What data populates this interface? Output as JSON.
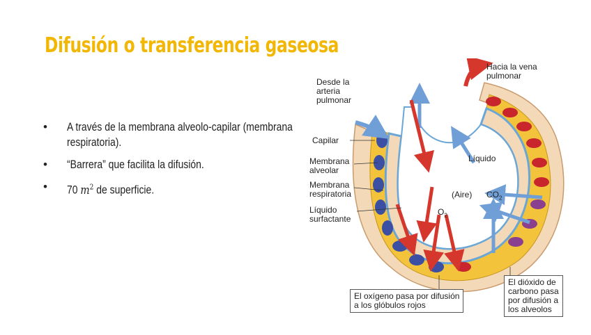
{
  "slide": {
    "title": "Difusión o transferencia gaseosa",
    "bullets": [
      {
        "text": "A través de la membrana alveolo-capilar (membrana respiratoria)."
      },
      {
        "text": "“Barrera” que facilita la difusión."
      },
      {
        "text_before": "70 ",
        "math_base": "m",
        "math_sup": "2",
        "text_after": " de superficie."
      }
    ]
  },
  "diagram": {
    "labels": {
      "hacia_vena": "Hacia la vena\npulmonar",
      "desde_arteria": "Desde la\narteria\npulmonar",
      "capilar": "Capilar",
      "membrana_alveolar": "Membrana\nalveolar",
      "membrana_respiratoria": "Membrana\nrespiratoria",
      "liquido_surfactante": "Líquido\nsurfactante",
      "liquido": "Líquido",
      "aire": "(Aire)",
      "co2_base": "CO",
      "co2_sub": "2",
      "o2_base": "O",
      "o2_sub": "2",
      "oxigeno_box": "El oxígeno pasa por difusión\na los glóbulos rojos",
      "dioxido_box": "El dióxido de\ncarbono pasa\npor difusión a\nlos alveolos"
    },
    "colors": {
      "capillary": "#f3c33c",
      "tissue": "#f3d9b8",
      "alveolar_wall": "#6aa6d6",
      "red_cell": "#c8262c",
      "blue_cell": "#3b4fa3",
      "purple_cell": "#8b3f8f",
      "o2_arrow": "#d6372c",
      "co2_arrow": "#6f9fd6"
    }
  }
}
